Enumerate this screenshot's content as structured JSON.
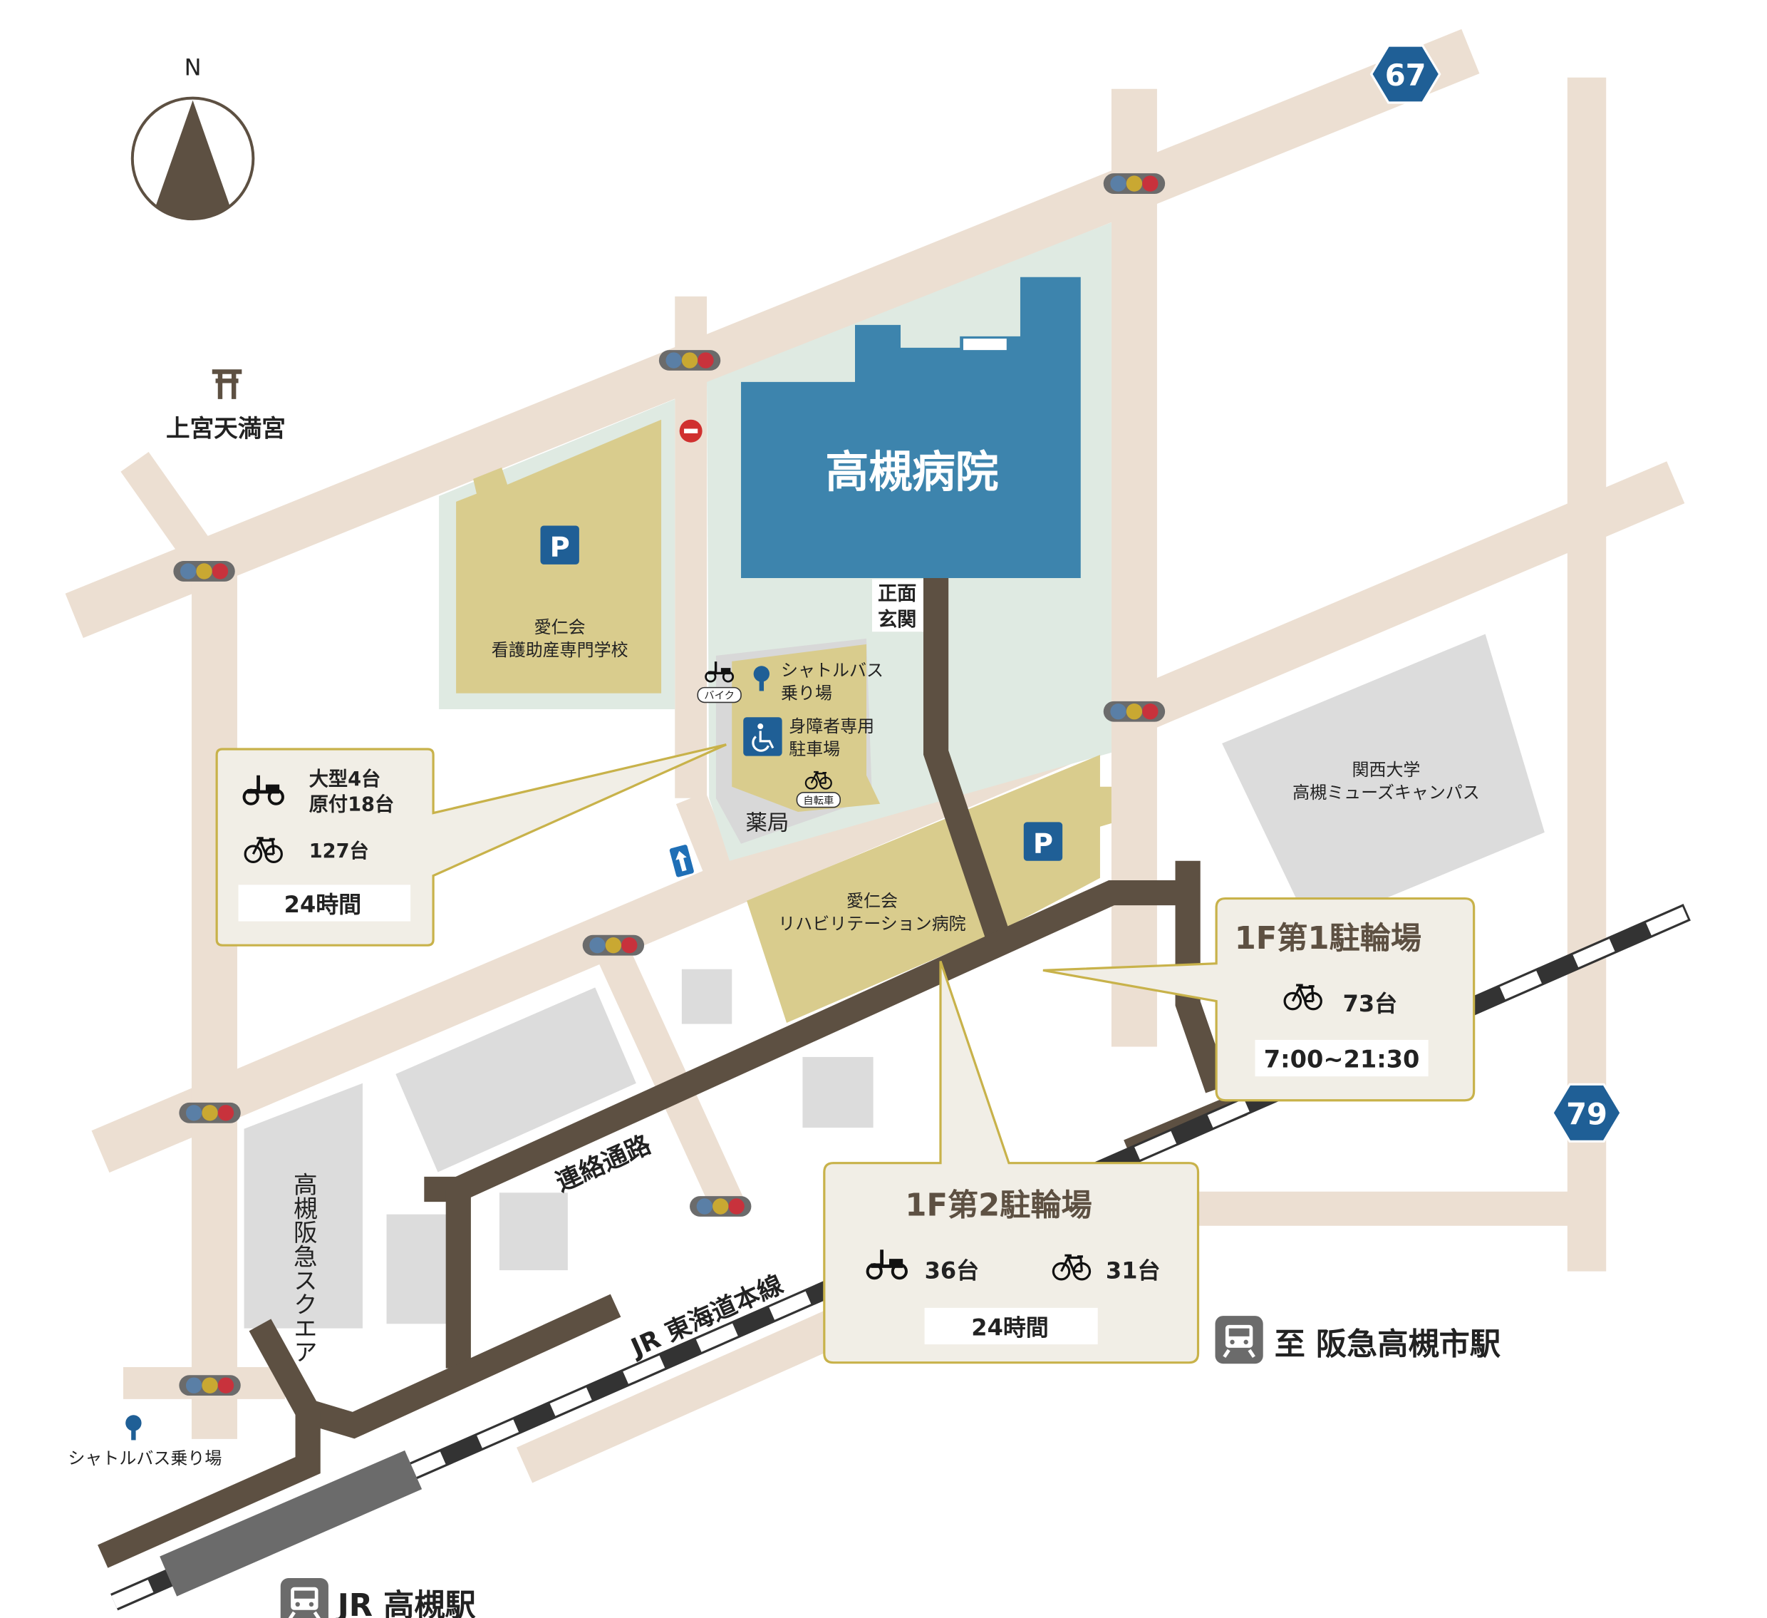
{
  "compass": {
    "north_label": "N"
  },
  "landmarks": {
    "shrine": "上宮天満宮",
    "hospital": "高槻病院",
    "entrance_line1": "正面",
    "entrance_line2": "玄関",
    "nursing_school_line1": "愛仁会",
    "nursing_school_line2": "看護助産専門学校",
    "shuttle_line1": "シャトルバス",
    "shuttle_line2": "乗り場",
    "disabled_line1": "身障者専用",
    "disabled_line2": "駐車場",
    "bike_label": "バイク",
    "bicycle_label": "自転車",
    "pharmacy": "薬局",
    "rehab_line1": "愛仁会",
    "rehab_line2": "リハビリテーション病院",
    "kansai_line1": "関西大学",
    "kansai_line2": "高槻ミューズキャンパス",
    "square": "高槻阪急スクエア",
    "connector": "連絡通路",
    "jr_line": "JR 東海道本線",
    "shuttle_stop": "シャトルバス乗り場",
    "jr_station": "JR 高槻駅",
    "hankyu": "至 阪急高槻市駅",
    "parking_symbol": "P"
  },
  "route_signs": [
    "67",
    "79"
  ],
  "callouts": {
    "west": {
      "moto_line1": "大型4台",
      "moto_line2": "原付18台",
      "bicycles": "127台",
      "hours": "24時間"
    },
    "first": {
      "title": "1F第1駐輪場",
      "bicycles": "73台",
      "hours": "7:00~21:30"
    },
    "second": {
      "title": "1F第2駐輪場",
      "motorcycles": "36台",
      "bicycles": "31台",
      "hours": "24時間"
    }
  },
  "colors": {
    "road": "#ecdfd2",
    "grounds": "#dfeae2",
    "hospital": "#3d84ad",
    "facility": "#d9cc8d",
    "walkway": "#5d5042",
    "callout_border": "#c8b24a",
    "callout_bg": "#f1eee6",
    "sign": "#1f5f96"
  }
}
